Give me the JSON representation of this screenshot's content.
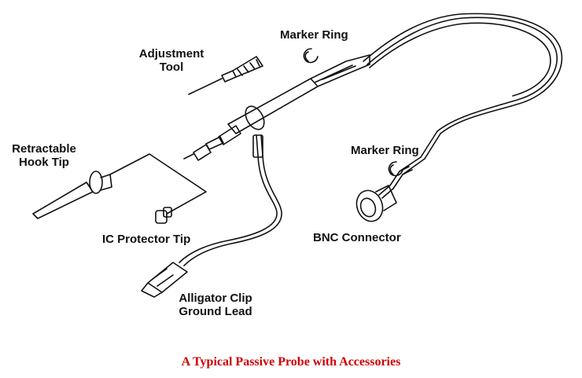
{
  "labels": {
    "adjustment_tool": [
      "Adjustment",
      "Tool"
    ],
    "marker_ring_top": "Marker Ring",
    "retractable_hook_tip": [
      "Retractable",
      "Hook Tip"
    ],
    "marker_ring_right": "Marker Ring",
    "ic_protector_tip": "IC Protector  Tip",
    "bnc_connector": "BNC Connector",
    "alligator_clip": [
      "Alligator  Clip",
      "Ground  Lead"
    ]
  },
  "caption": "A Typical Passive Probe with Accessories",
  "colors": {
    "caption": "#d00000",
    "ink": "#111111",
    "background": "#ffffff"
  }
}
